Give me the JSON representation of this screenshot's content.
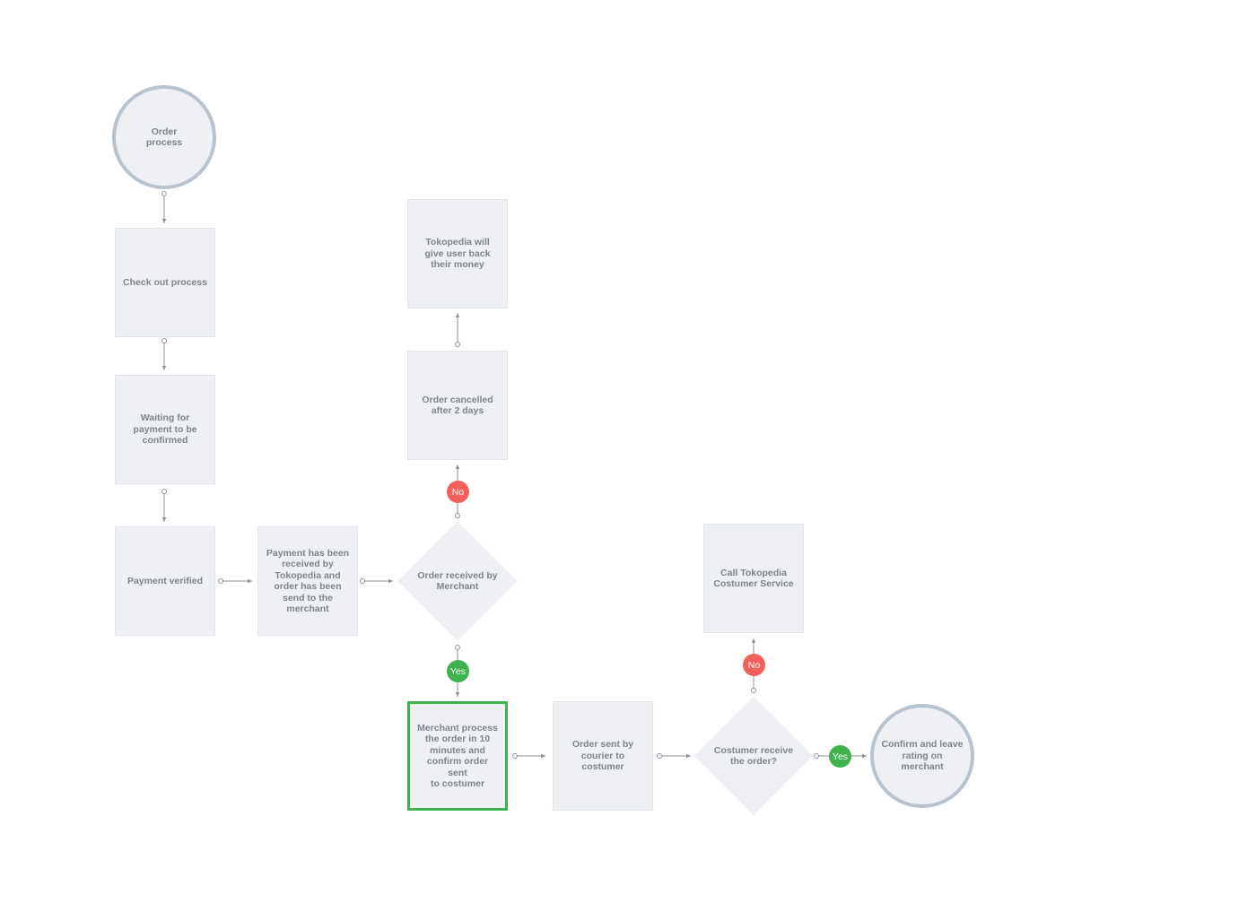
{
  "nodes": {
    "start": "Order\nprocess",
    "checkout": "Check out process",
    "waiting": "Waiting for\npayment to be\nconfirmed",
    "payment_verified": "Payment verified",
    "payment_received": "Payment has been\nreceived by\nTokopedia and\norder has been\nsend to the\nmerchant",
    "order_received_decision": "Order received by\nMerchant",
    "order_cancelled": "Order cancelled\nafter 2 days",
    "refund": "Tokopedia will\ngive user back\ntheir money",
    "merchant_process": "Merchant process\nthe order in 10\nminutes and\nconfirm order sent\nto costumer",
    "order_sent": "Order sent by\ncourier to\ncostumer",
    "costumer_receive_decision": "Costumer receive\nthe order?",
    "call_cs": "Call Tokopedia\nCostumer Service",
    "confirm_rating": "Confirm and leave\nrating on\nmerchant"
  },
  "badges": {
    "no_label": "No",
    "yes_label": "Yes"
  },
  "colors": {
    "node_fill": "#eef0f3",
    "circle_border": "#b9c3cd",
    "text": "#7d858c",
    "connector": "#8a9299",
    "no": "#f2605b",
    "yes": "#3fb14d",
    "highlight": "#3fb14d"
  }
}
